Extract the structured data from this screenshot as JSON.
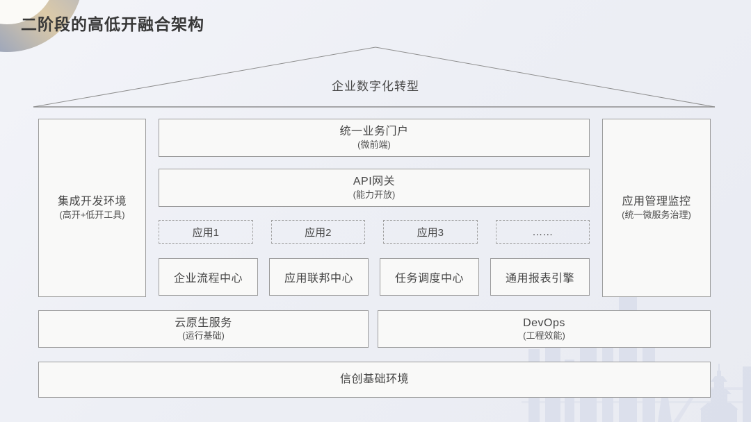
{
  "page": {
    "title": "二阶段的高低开融合架构"
  },
  "roof": {
    "label": "企业数字化转型"
  },
  "left_panel": {
    "title": "集成开发环境",
    "subtitle": "(高开+低开工具)"
  },
  "right_panel": {
    "title": "应用管理监控",
    "subtitle": "(统一微服务治理)"
  },
  "middle": {
    "portal": {
      "title": "统一业务门户",
      "subtitle": "(微前端)"
    },
    "gateway": {
      "title": "API网关",
      "subtitle": "(能力开放)"
    },
    "apps": [
      {
        "label": "应用1"
      },
      {
        "label": "应用2"
      },
      {
        "label": "应用3"
      },
      {
        "label": "……"
      }
    ],
    "centers": [
      {
        "label": "企业流程中心"
      },
      {
        "label": "应用联邦中心"
      },
      {
        "label": "任务调度中心"
      },
      {
        "label": "通用报表引擎"
      }
    ]
  },
  "foundation": {
    "cloud": {
      "title": "云原生服务",
      "subtitle": "(运行基础)"
    },
    "devops": {
      "title": "DevOps",
      "subtitle": "(工程效能)"
    },
    "base": {
      "title": "信创基础环境"
    }
  },
  "colors": {
    "background": "#edeff5",
    "box_fill": "#f9f9f8",
    "box_border": "#9b9b9b",
    "dashed_border": "#a0a0a0",
    "text": "#454545",
    "title_text": "#383838",
    "arc_blue": "#8096c4",
    "arc_tan": "#dccaa8",
    "arc_blue2": "#97a8cf",
    "watermark": "#ccd2e4"
  }
}
